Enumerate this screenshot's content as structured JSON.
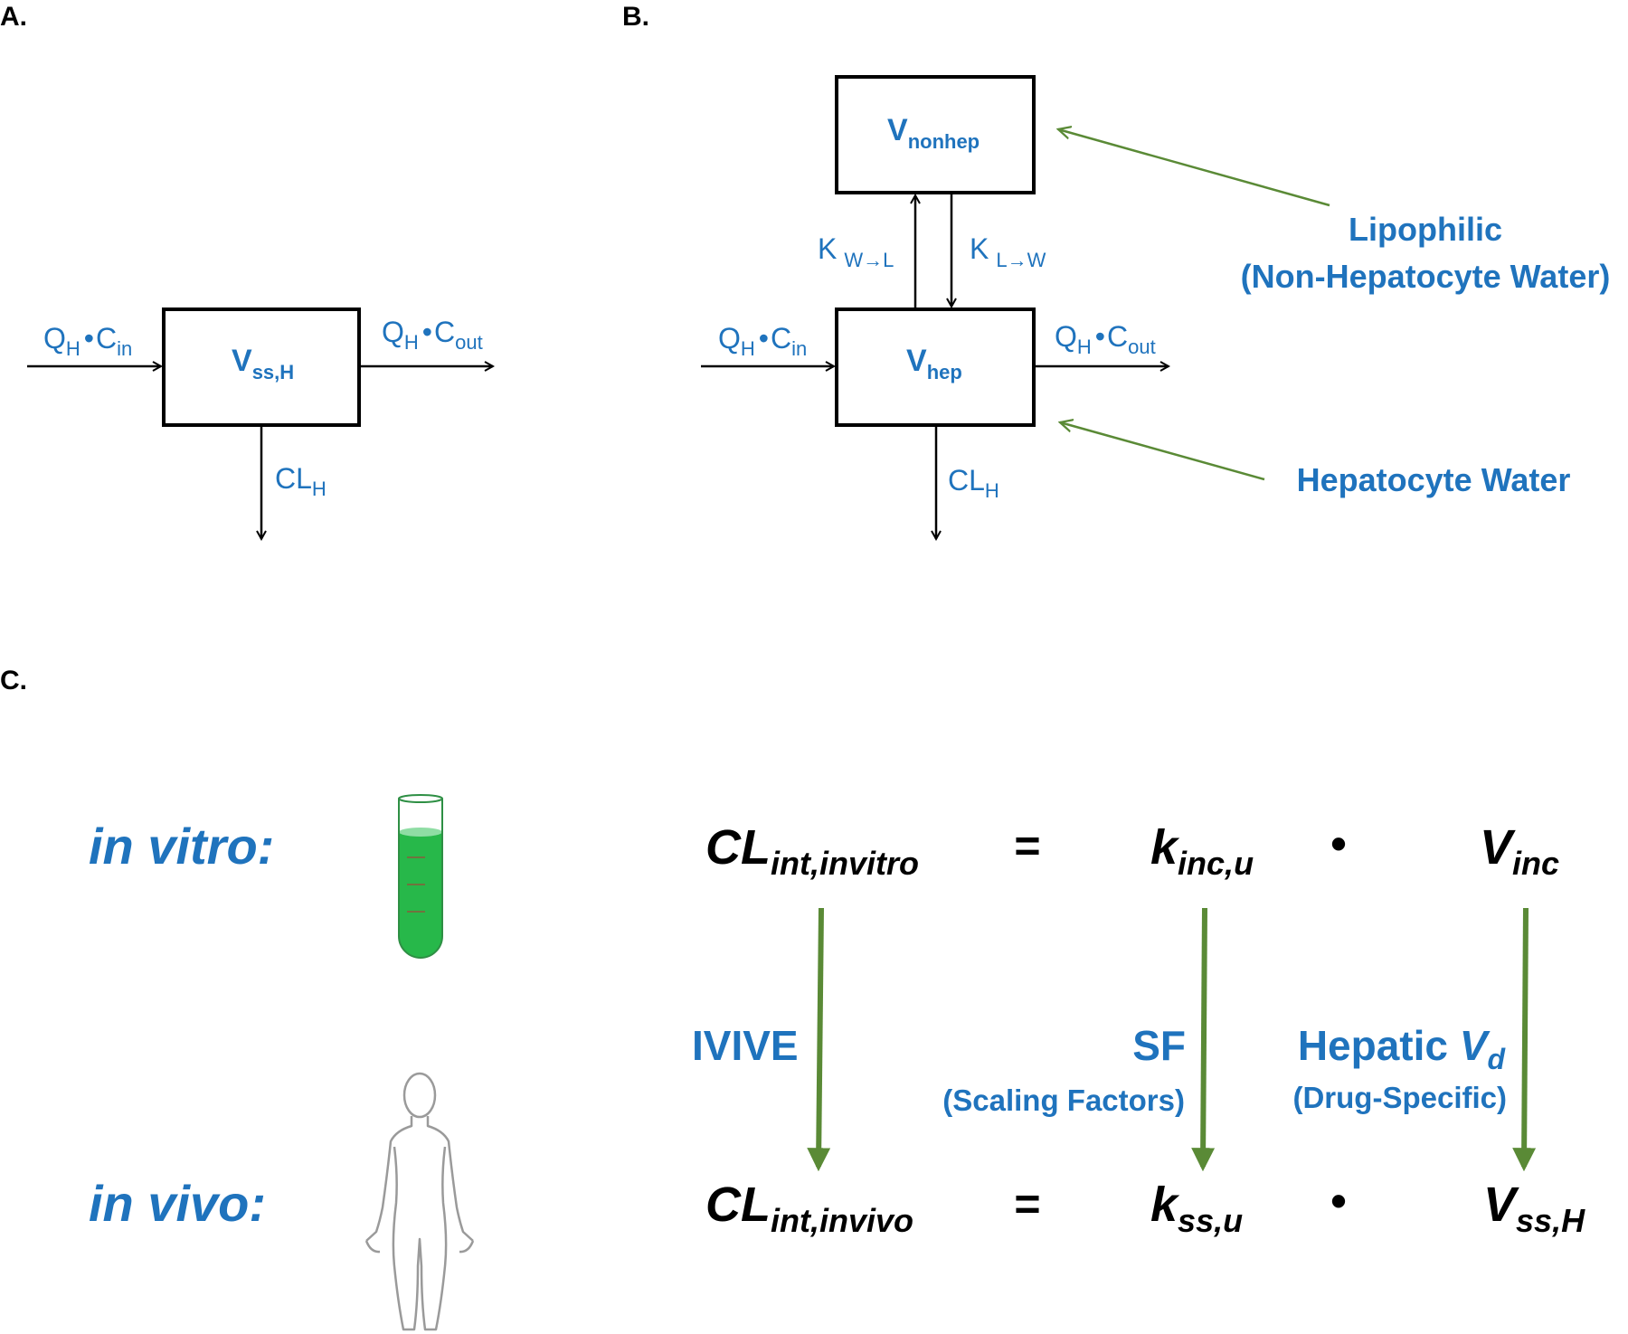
{
  "panels": {
    "a": {
      "label": "A.",
      "input": {
        "Q": "Q",
        "Q_sub": "H",
        "dot": "•",
        "C": "C",
        "C_sub": "in"
      },
      "output": {
        "Q": "Q",
        "Q_sub": "H",
        "dot": "•",
        "C": "C",
        "C_sub": "out"
      },
      "box": {
        "main": "V",
        "sub": "ss,H"
      },
      "clearance": {
        "main": "CL",
        "sub": "H"
      }
    },
    "b": {
      "label": "B.",
      "top_box": {
        "main": "V",
        "sub": "nonhep"
      },
      "bottom_box": {
        "main": "V",
        "sub": "hep"
      },
      "k_up": {
        "main": "K",
        "sub": "W→L"
      },
      "k_down": {
        "main": "K",
        "sub": "L→W"
      },
      "input": {
        "Q": "Q",
        "Q_sub": "H",
        "dot": "•",
        "C": "C",
        "C_sub": "in"
      },
      "output": {
        "Q": "Q",
        "Q_sub": "H",
        "dot": "•",
        "C": "C",
        "C_sub": "out"
      },
      "clearance": {
        "main": "CL",
        "sub": "H"
      },
      "note_lipophilic_line1": "Lipophilic",
      "note_lipophilic_line2": "(Non-Hepatocyte Water)",
      "note_hepatocyte": "Hepatocyte Water"
    },
    "c": {
      "label": "C.",
      "row_vitro": "in vitro:",
      "row_vivo": "in vivo:",
      "eq_vitro": {
        "cl": "CL",
        "cl_sub": "int,invitro",
        "equals": "=",
        "k": "k",
        "k_sub": "inc,u",
        "dot": "•",
        "v": "V",
        "v_sub": "inc"
      },
      "eq_vivo": {
        "cl": "CL",
        "cl_sub": "int,invivo",
        "equals": "=",
        "k": "k",
        "k_sub": "ss,u",
        "dot": "•",
        "v": "V",
        "v_sub": "ss,H"
      },
      "scale_ivive": "IVIVE",
      "scale_sf": "SF",
      "scale_sf_note": "(Scaling Factors)",
      "scale_hepatic": "Hepatic ",
      "scale_hepatic_v": "V",
      "scale_hepatic_v_sub": "d",
      "scale_hepatic_note": "(Drug-Specific)"
    }
  },
  "colors": {
    "blue_text": "#1f73bd",
    "green_arrow": "#5a8a36",
    "tube_liquid": "#27b84a",
    "figure_outline": "#9a9a9a"
  },
  "icons": [
    "test-tube-icon",
    "human-figure-icon"
  ]
}
